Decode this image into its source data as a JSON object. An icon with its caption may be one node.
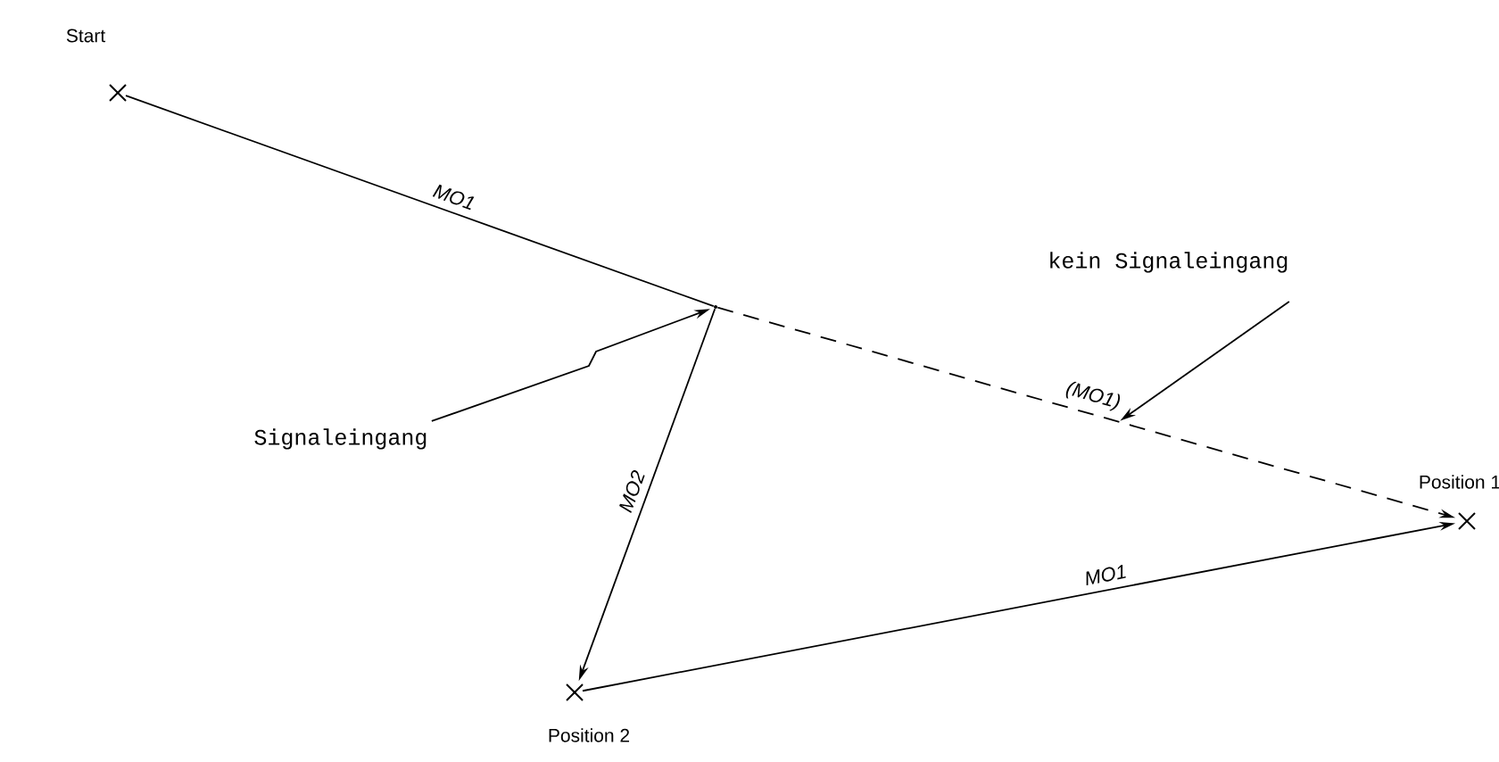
{
  "diagram": {
    "nodes": [
      {
        "text": [],
        "shape": "cross",
        "beside": [
          "Start"
        ]
      },
      {
        "text": [],
        "shape": "point"
      },
      {
        "text": [],
        "shape": "cross",
        "beside": [
          "Position 1"
        ]
      },
      {
        "text": [],
        "shape": "cross",
        "beside": [
          "Position 2"
        ]
      },
      {
        "text": [
          "Signaleingang"
        ]
      },
      {
        "text": [
          "kein Signaleingang"
        ]
      }
    ],
    "edges": [
      {
        "from": 0,
        "to": 1,
        "arrow": "none",
        "label": "MO1"
      },
      {
        "from": 1,
        "to": 2,
        "arrow": "to",
        "label": "(MO1)",
        "style": "dashed"
      },
      {
        "from": 1,
        "to": 3,
        "arrow": "to",
        "label": "MO2"
      },
      {
        "from": 3,
        "to": 2,
        "arrow": "to",
        "label": "MO1"
      },
      {
        "from": 4,
        "to": 1,
        "arrow": "to"
      },
      {
        "from": 5,
        "to": null,
        "arrow": "to"
      }
    ]
  }
}
